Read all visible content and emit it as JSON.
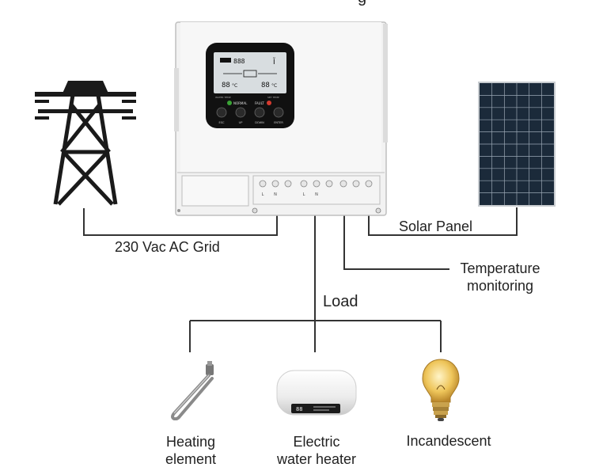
{
  "title_fragment": "g",
  "labels": {
    "grid": "230 Vac AC Grid",
    "solar": "Solar Panel",
    "temp_line1": "Temperature",
    "temp_line2": "monitoring",
    "load": "Load",
    "heating_line1": "Heating",
    "heating_line2": "element",
    "water_line1": "Electric",
    "water_line2": "water heater",
    "bulb": "Incandescent"
  },
  "controller": {
    "lcd_top_digits": "888",
    "lcd_left_value": "88",
    "lcd_left_unit": "°C",
    "lcd_right_value": "88",
    "lcd_right_unit": "°C",
    "lcd_bottom_left": "WATER TEMP",
    "lcd_bottom_right": "SET TEMP",
    "status_normal": "NORMAL",
    "status_fault": "FAULT",
    "buttons": [
      "ESC",
      "UP",
      "DOWN",
      "ENTER"
    ],
    "terminal_letters": [
      "L",
      "N",
      "L",
      "N"
    ]
  },
  "heater_display": "88",
  "colors": {
    "line": "#333333",
    "device_body": "#f2f2f2",
    "panel_face": "#111111",
    "lcd": "#d8dde0",
    "normal_led": "#3aa335",
    "fault_led": "#d63a2f",
    "solar_cell": "#1b2a3a",
    "bulb_glow": "#e8b94a"
  },
  "icons": [
    "transmission-tower-icon",
    "solar-panel-icon",
    "heating-element-icon",
    "water-heater-icon",
    "light-bulb-icon"
  ]
}
